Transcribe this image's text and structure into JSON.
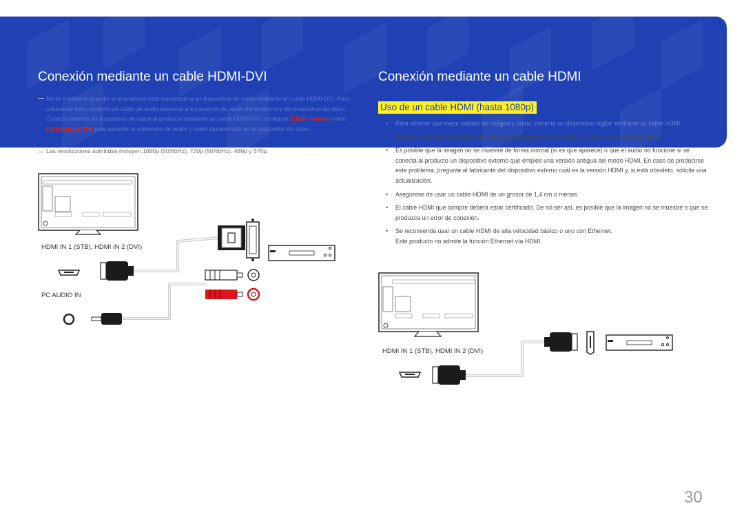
{
  "left": {
    "title": "Conexión mediante un cable HDMI-DVI",
    "note1": {
      "text_before": "No se habilitará el audio si el producto está conectado a un dispositivo de vídeo mediante un cable HDMI-DVI. Para solucionar esto, conecte un cable de audio adicional a los puertos de audio del producto y del dispositivo de vídeo. Cuando conecte un dispositivo de vídeo al producto mediante un cable HDMI-DVI, configure ",
      "highlight1": "Editar nombre",
      "text_middle": " como ",
      "highlight2": "Dispositivos DVI",
      "text_after": " para acceder al contenido de audio y vídeo almacenado en el dispositivo de vídeo."
    },
    "note2": "Las resoluciones admitidas incluyen 1080p (50/60Hz), 720p (50/60Hz), 480p y 576p.",
    "port_label_hdmi": "HDMI IN 1 (STB), HDMI IN 2 (DVI)",
    "port_label_audio": "PC AUDIO IN"
  },
  "right": {
    "title": "Conexión mediante un cable HDMI",
    "subtitle": "Uso de un cable HDMI (hasta 1080p)",
    "bullets": [
      "Para obtener una mejor calidad de imagen y audio, conecte un dispositivo digital mediante un cable HDMI.",
      "El cable HDMI admite señales de vídeo y audio digitales y no requiere el uso de un cable de audio.",
      "Es posible que la imagen no se muestre de forma normal (si es que aparece) o que el audio no funcione si se conecta al producto un dispositivo externo que emplee una versión antigua del modo HDMI. En caso de producirse este problema, pregunte al fabricante del dispositivo externo cuál es la versión HDMI y, si está obsoleto, solicite una actualización.",
      "Asegúrese de usar un cable HDMI de un grosor de 1,4 cm o menos.",
      "El cable HDMI que compre deberá estar certificado. De no ser así, es posible que la imagen no se muestre o que se produzca un error de conexión.",
      "Se recomienda usar un cable HDMI de alta velocidad básico o uno con Ethernet.\nEste producto no admite la función Ethernet vía HDMI."
    ],
    "port_label_hdmi": "HDMI IN 1 (STB), HDMI IN 2 (DVI)"
  },
  "page_number": "30",
  "colors": {
    "banner": "#1f41b4",
    "highlight": "#ffef26",
    "accent_red": "#d22a20",
    "subtitle_text": "#1f3fae"
  }
}
